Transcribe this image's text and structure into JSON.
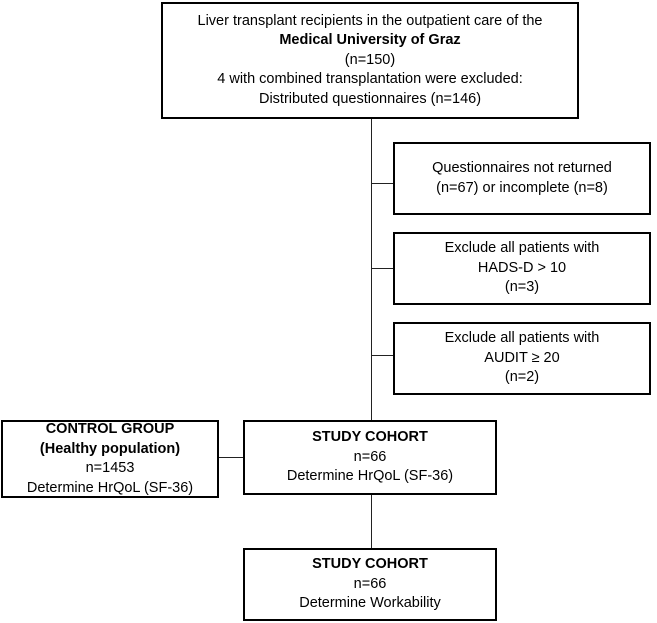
{
  "top": {
    "line1": "Liver transplant recipients in the outpatient care of the",
    "line2": "Medical University of Graz",
    "line3": "(n=150)",
    "line4": "4 with combined transplantation were excluded:",
    "line5": "Distributed questionnaires (n=146)"
  },
  "exclusions": [
    {
      "line1": "Questionnaires not returned",
      "line2": "(n=67) or incomplete (n=8)"
    },
    {
      "line1": "Exclude all patients with",
      "line2": "HADS-D > 10",
      "line3": "(n=3)"
    },
    {
      "line1": "Exclude all patients with",
      "line2": "AUDIT ≥ 20",
      "line3": "(n=2)"
    }
  ],
  "control": {
    "title": "CONTROL GROUP",
    "subtitle": "(Healthy population)",
    "n": "n=1453",
    "desc": "Determine HrQoL (SF-36)"
  },
  "study": {
    "title": "STUDY COHORT",
    "n": "n=66",
    "desc": "Determine HrQoL (SF-36)"
  },
  "study2": {
    "title": "STUDY COHORT",
    "n": "n=66",
    "desc": "Determine Workability"
  }
}
